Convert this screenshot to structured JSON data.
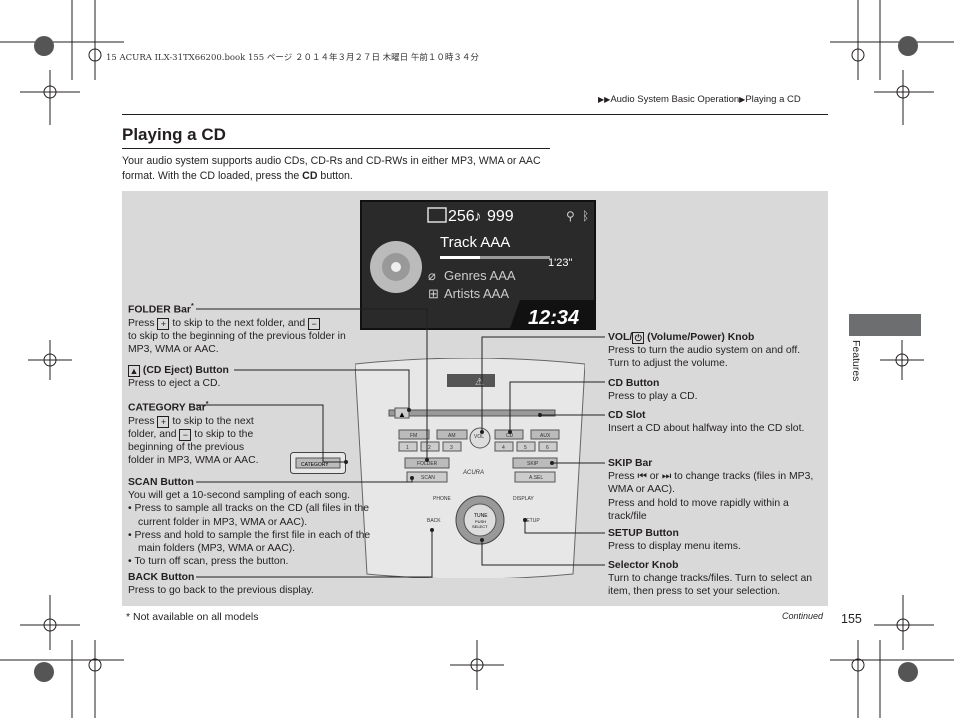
{
  "print_header": "15 ACURA ILX-31TX66200.book  155 ページ  ２０１４年３月２７日  木曜日  午前１０時３４分",
  "breadcrumb": {
    "item1": "Audio System Basic Operation",
    "item2": "Playing a CD"
  },
  "section_title": "Playing a CD",
  "intro": {
    "part1": "Your audio system supports audio CDs, CD-Rs and CD-RWs in either MP3, WMA or AAC format. With the CD loaded, press the ",
    "bold": "CD",
    "part2": " button."
  },
  "display": {
    "folder_count": "256",
    "track_count": "999",
    "track": "Track AAA",
    "time": "1'23\"",
    "genre": "Genres AAA",
    "artist": "Artists AAA",
    "clock": "12:34"
  },
  "console": {
    "fm": "FM",
    "am": "AM",
    "vol": "VOL",
    "cd": "CD",
    "aux": "AUX",
    "presets": [
      "1",
      "2",
      "3",
      "4",
      "5",
      "6"
    ],
    "category": "CATEGORY",
    "folder": "FOLDER",
    "skip": "SKIP",
    "scan": "SCAN",
    "ajbl": "A.SEL",
    "brand": "ACURA",
    "phone": "PHONE",
    "display": "DISPLAY",
    "back": "BACK",
    "setup": "SETUP",
    "tune": "TUNE",
    "push": "PUSH",
    "select": "SELECT"
  },
  "callouts": {
    "folder_bar": {
      "title": "FOLDER Bar",
      "mark": "*",
      "line1a": "Press ",
      "btn_plus": "+",
      "line1b": " to skip to the next folder, and ",
      "btn_minus": "−",
      "line2": "to skip to the beginning of the previous folder in MP3, WMA or AAC."
    },
    "eject": {
      "title": "(CD Eject) Button",
      "desc": "Press to eject a CD."
    },
    "category_bar": {
      "title": "CATEGORY Bar",
      "mark": "*",
      "l1a": "Press ",
      "l1b": " to skip to the next",
      "l2a": "folder, and ",
      "l2b": " to skip to the",
      "l3": "beginning of the previous",
      "l4": "folder in MP3, WMA or AAC."
    },
    "scan": {
      "title": "SCAN Button",
      "desc": "You will get a 10-second sampling of each song.",
      "bullets": [
        "Press to sample all tracks on the CD (all files in the current folder in MP3, WMA or AAC).",
        "Press and hold to sample the first file in each of the main folders (MP3, WMA or AAC).",
        "To turn off scan, press the button."
      ]
    },
    "back": {
      "title": "BACK Button",
      "desc": "Press to go back to the previous display."
    },
    "vol": {
      "title_a": "VOL/",
      "title_b": " (Volume/Power) Knob",
      "desc": "Press to turn the audio system on and off. Turn to adjust the volume."
    },
    "cd_button": {
      "title": "CD Button",
      "desc": "Press to play a CD."
    },
    "cd_slot": {
      "title": "CD Slot",
      "desc": "Insert a CD about halfway into the CD slot."
    },
    "skip": {
      "title": "SKIP Bar",
      "d1a": "Press ",
      "d1b": " or ",
      "d1c": " to change tracks (files in MP3, WMA or AAC).",
      "d2": "Press and hold to move rapidly within a track/file"
    },
    "setup": {
      "title": "SETUP Button",
      "desc": "Press to display menu items."
    },
    "selector": {
      "title": "Selector Knob",
      "desc": "Turn to change tracks/files. Turn to select an item, then press to set your selection."
    }
  },
  "footnote": "* Not available on all models",
  "continued": "Continued",
  "page_number": "155",
  "side_tab": "Features"
}
